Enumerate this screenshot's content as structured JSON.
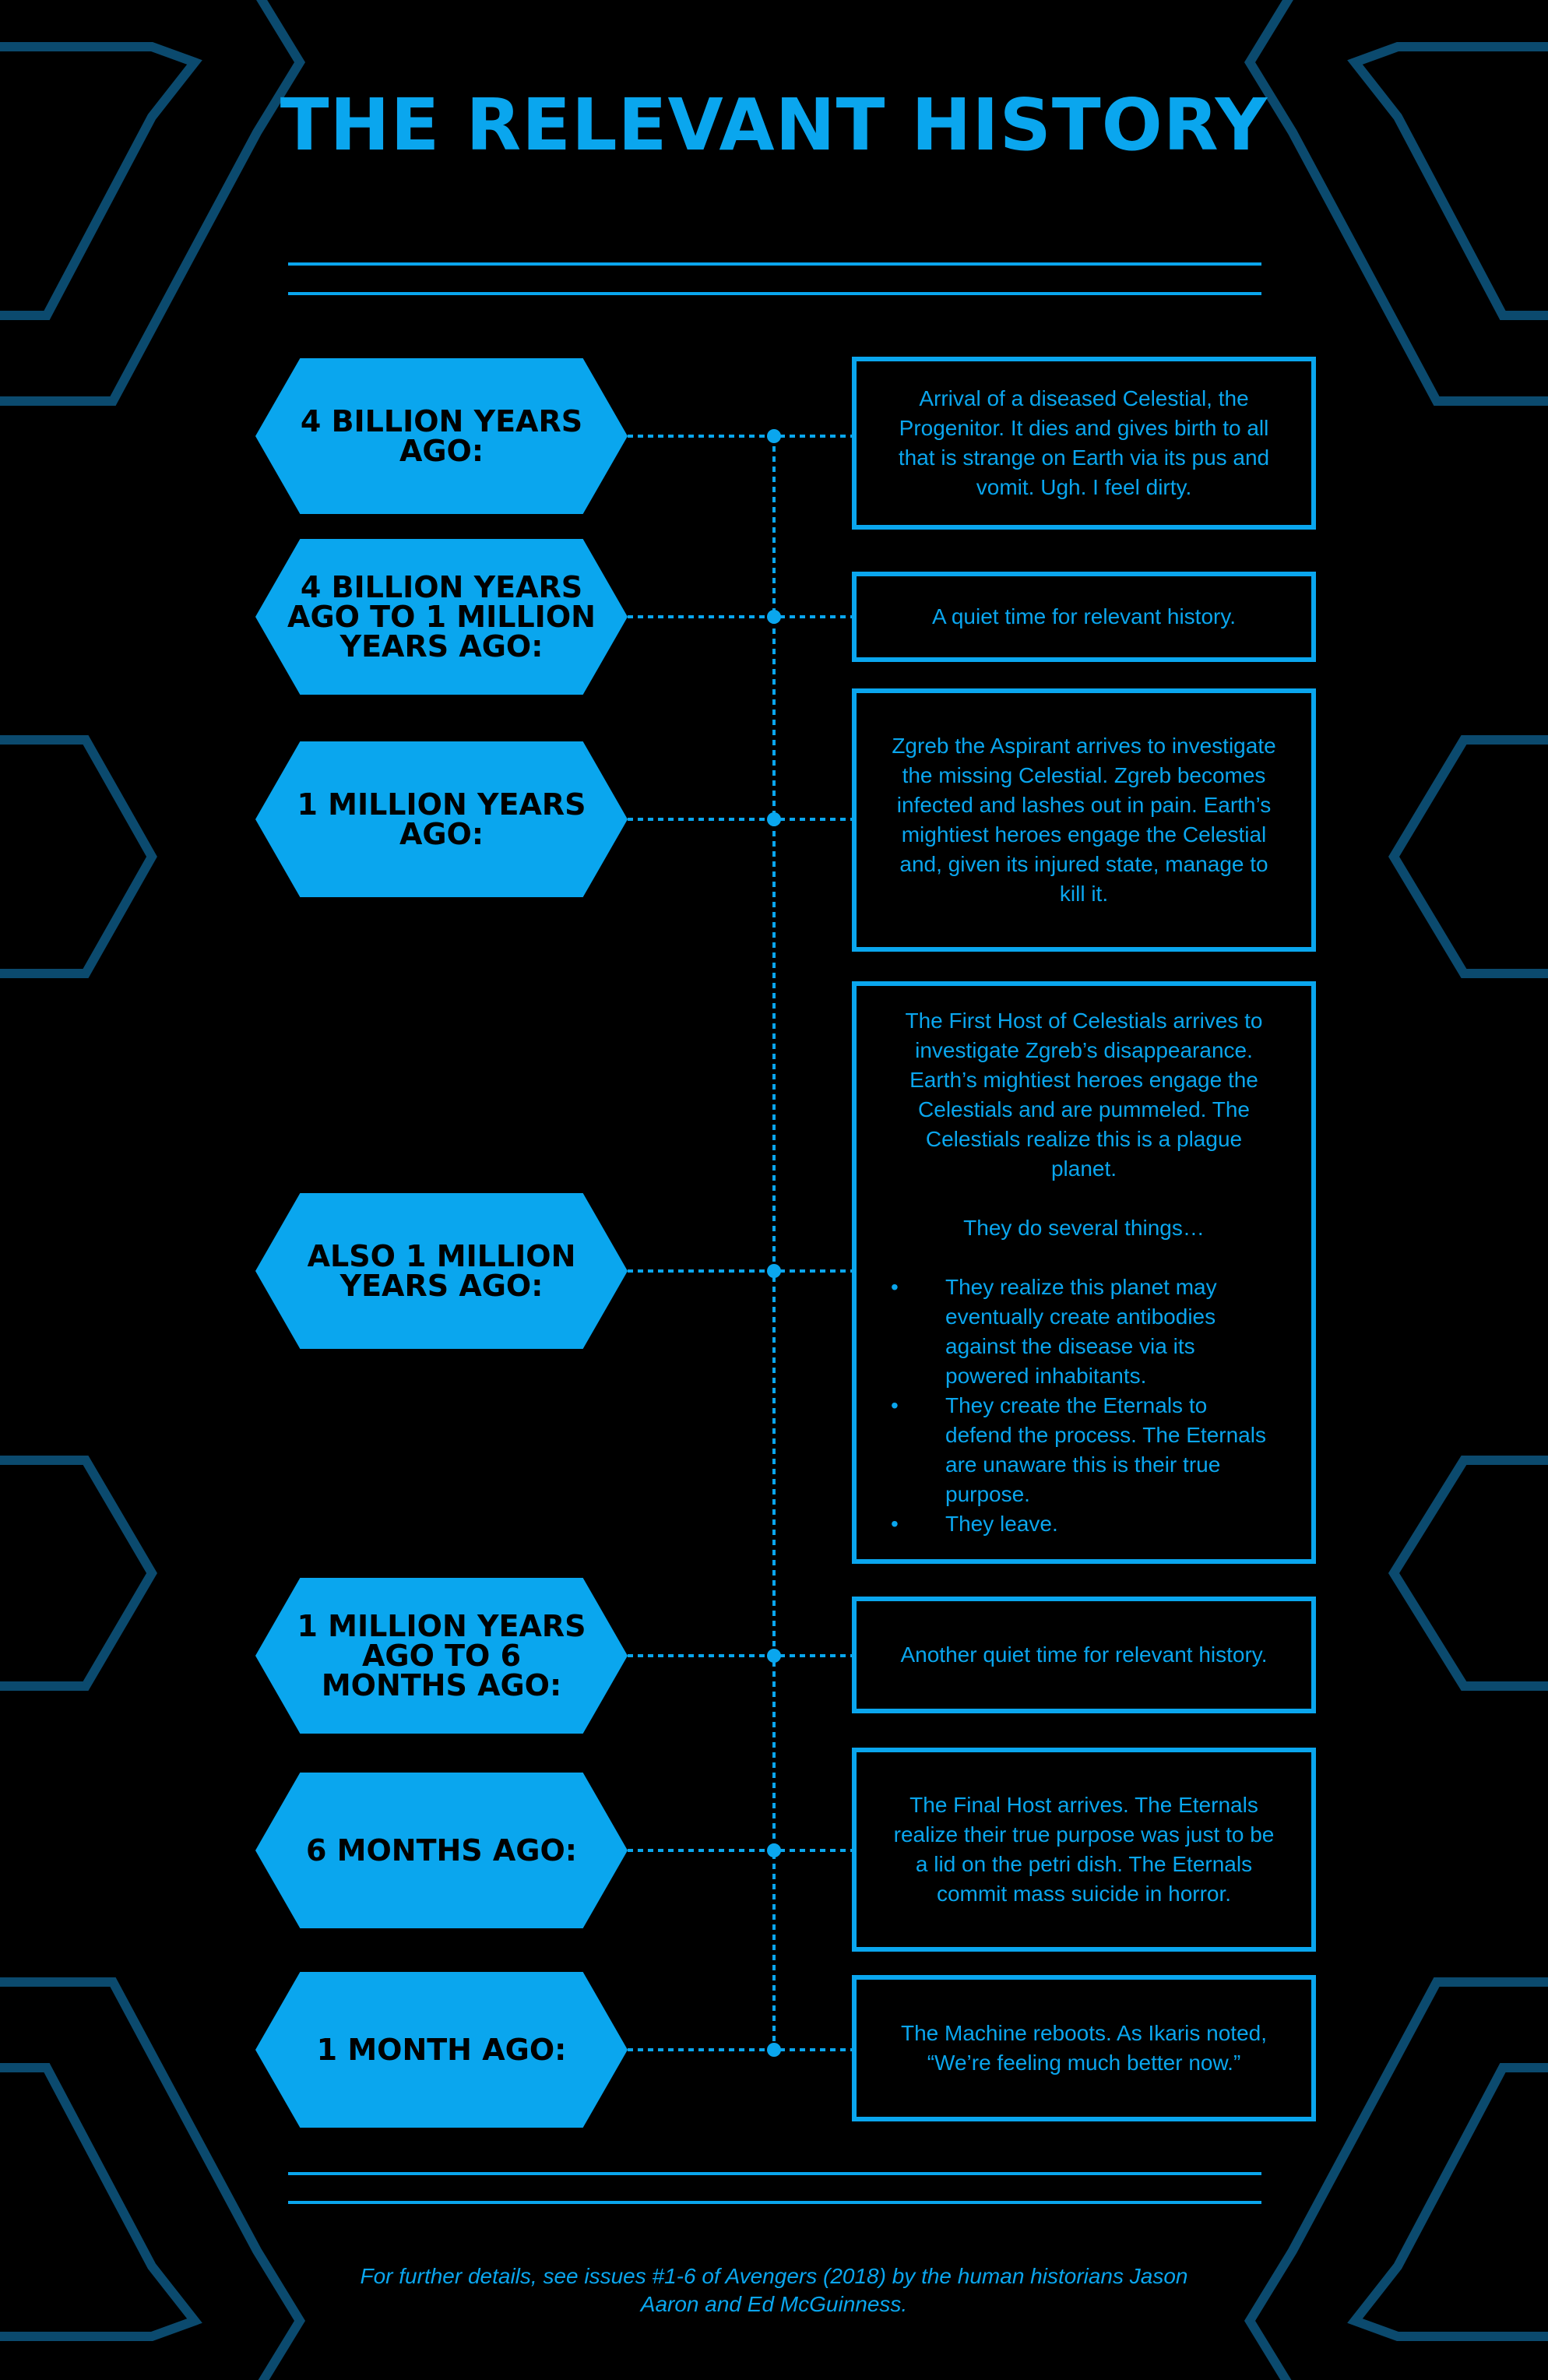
{
  "title": "THE RELEVANT HISTORY",
  "colors": {
    "accent": "#0aa6ee",
    "background": "#000000",
    "decor": "#0b4a6e"
  },
  "events": [
    {
      "when": "4 BILLION YEARS AGO:",
      "text": "Arrival of a diseased Celestial, the Progenitor. It dies and gives birth to all that is strange on Earth via its pus and vomit. Ugh. I feel dirty."
    },
    {
      "when": "4 BILLION YEARS AGO TO 1 MILLION YEARS AGO:",
      "text": "A quiet time for relevant history."
    },
    {
      "when": "1 MILLION YEARS AGO:",
      "text": "Zgreb the Aspirant arrives to investigate the missing Celestial. Zgreb becomes infected and lashes out in pain. Earth’s mightiest heroes engage the Celestial and, given its injured state, manage to kill it."
    },
    {
      "when": "ALSO 1 MILLION YEARS AGO:",
      "text": "The First Host of Celestials arrives to investigate Zgreb’s disappearance. Earth’s mightiest heroes engage the Celestials and are pummeled. The Celestials realize this is a plague planet.",
      "text2": "They do several things…",
      "bullets": [
        "They realize this planet may eventually create antibodies against the disease via its powered inhabitants.",
        "They create the Eternals to defend the process. The Eternals are unaware this is their true purpose.",
        "They leave."
      ]
    },
    {
      "when": "1 MILLION YEARS AGO TO 6 MONTHS AGO:",
      "text": "Another quiet time for relevant history."
    },
    {
      "when": "6 MONTHS AGO:",
      "text": "The Final Host arrives. The Eternals realize their true purpose was just to be a lid on the petri dish. The Eternals commit mass suicide in horror."
    },
    {
      "when": "1 MONTH AGO:",
      "text": "The Machine reboots. As Ikaris noted, “We’re feeling much better now.”"
    }
  ],
  "footer": "For further details, see issues #1-6 of Avengers (2018) by the human historians Jason Aaron and Ed McGuinness."
}
